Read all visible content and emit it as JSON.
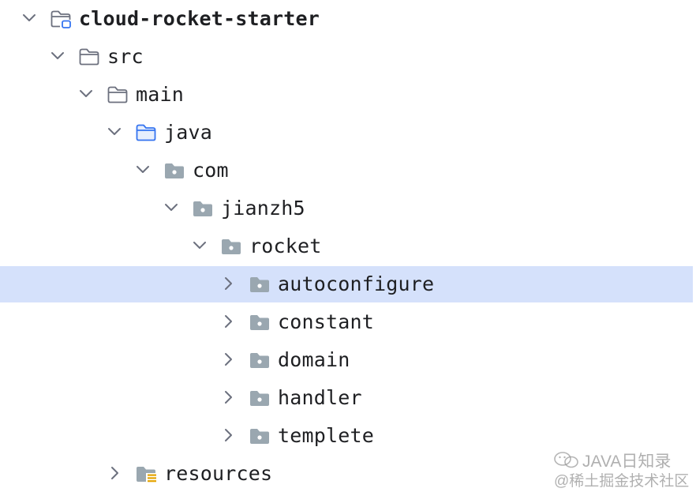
{
  "project_tree": {
    "root": {
      "label": "cloud-rocket-starter",
      "expanded": true,
      "icon": "module-folder-icon"
    },
    "src": {
      "label": "src",
      "expanded": true,
      "icon": "folder-icon"
    },
    "main": {
      "label": "main",
      "expanded": true,
      "icon": "folder-icon"
    },
    "java": {
      "label": "java",
      "expanded": true,
      "icon": "source-root-folder-icon"
    },
    "com": {
      "label": "com",
      "expanded": true,
      "icon": "package-icon"
    },
    "jianzh5": {
      "label": "jianzh5",
      "expanded": true,
      "icon": "package-icon"
    },
    "rocket": {
      "label": "rocket",
      "expanded": true,
      "icon": "package-icon"
    },
    "autoconfigure": {
      "label": "autoconfigure",
      "expanded": false,
      "selected": true,
      "icon": "package-icon"
    },
    "constant": {
      "label": "constant",
      "expanded": false,
      "icon": "package-icon"
    },
    "domain": {
      "label": "domain",
      "expanded": false,
      "icon": "package-icon"
    },
    "handler": {
      "label": "handler",
      "expanded": false,
      "icon": "package-icon"
    },
    "templete": {
      "label": "templete",
      "expanded": false,
      "icon": "package-icon"
    },
    "resources": {
      "label": "resources",
      "expanded": false,
      "icon": "resources-folder-icon"
    }
  },
  "watermark": {
    "title": "JAVA日知录",
    "subtitle": "@稀土掘金技术社区"
  },
  "colors": {
    "selection": "#d5e1fb",
    "text": "#1e1f22",
    "folder_outline": "#6c707e",
    "source_folder": "#3574f0",
    "package_fill": "#9aa7b0",
    "resources_badge": "#e5a400"
  }
}
